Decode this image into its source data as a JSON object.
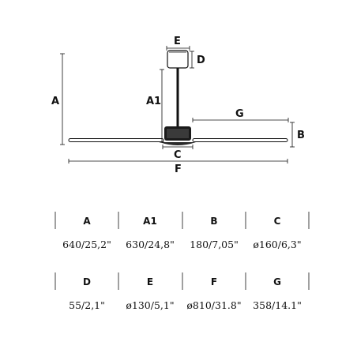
{
  "dimensions": {
    "A": "A",
    "A1": "A1",
    "B": "B",
    "C": "C",
    "D": "D",
    "E": "E",
    "F": "F",
    "G": "G"
  },
  "table": {
    "row1": [
      {
        "header": "A",
        "value": "640/25,2\""
      },
      {
        "header": "A1",
        "value": "630/24,8\""
      },
      {
        "header": "B",
        "value": "180/7,05\""
      },
      {
        "header": "C",
        "value": "ø160/6,3\""
      }
    ],
    "row2": [
      {
        "header": "D",
        "value": "55/2,1\""
      },
      {
        "header": "E",
        "value": "ø130/5,1\""
      },
      {
        "header": "F",
        "value": "ø810/31.8\""
      },
      {
        "header": "G",
        "value": "358/14.1\""
      }
    ]
  }
}
